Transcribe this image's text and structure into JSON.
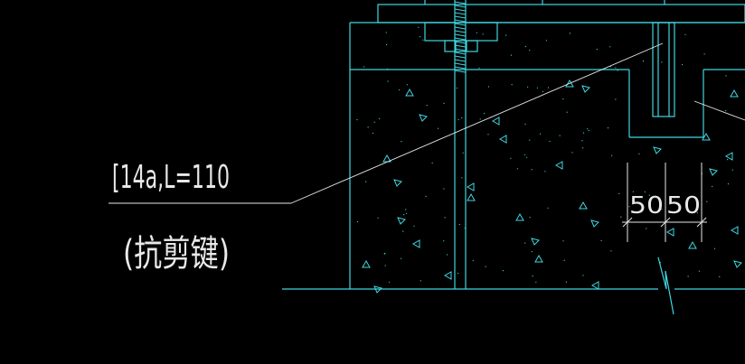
{
  "colors": {
    "background": "#000000",
    "structure": "#3fd7e0",
    "leader": "#e8e8e8",
    "text": "#e8e8e8"
  },
  "annotation": {
    "spec": "[14a,L=110",
    "name": "(抗剪键)"
  },
  "dimensions": {
    "left": "50",
    "right": "50"
  },
  "symbols": {
    "aggregate": "concrete-aggregate-hatch",
    "break": "break-line-symbol"
  }
}
